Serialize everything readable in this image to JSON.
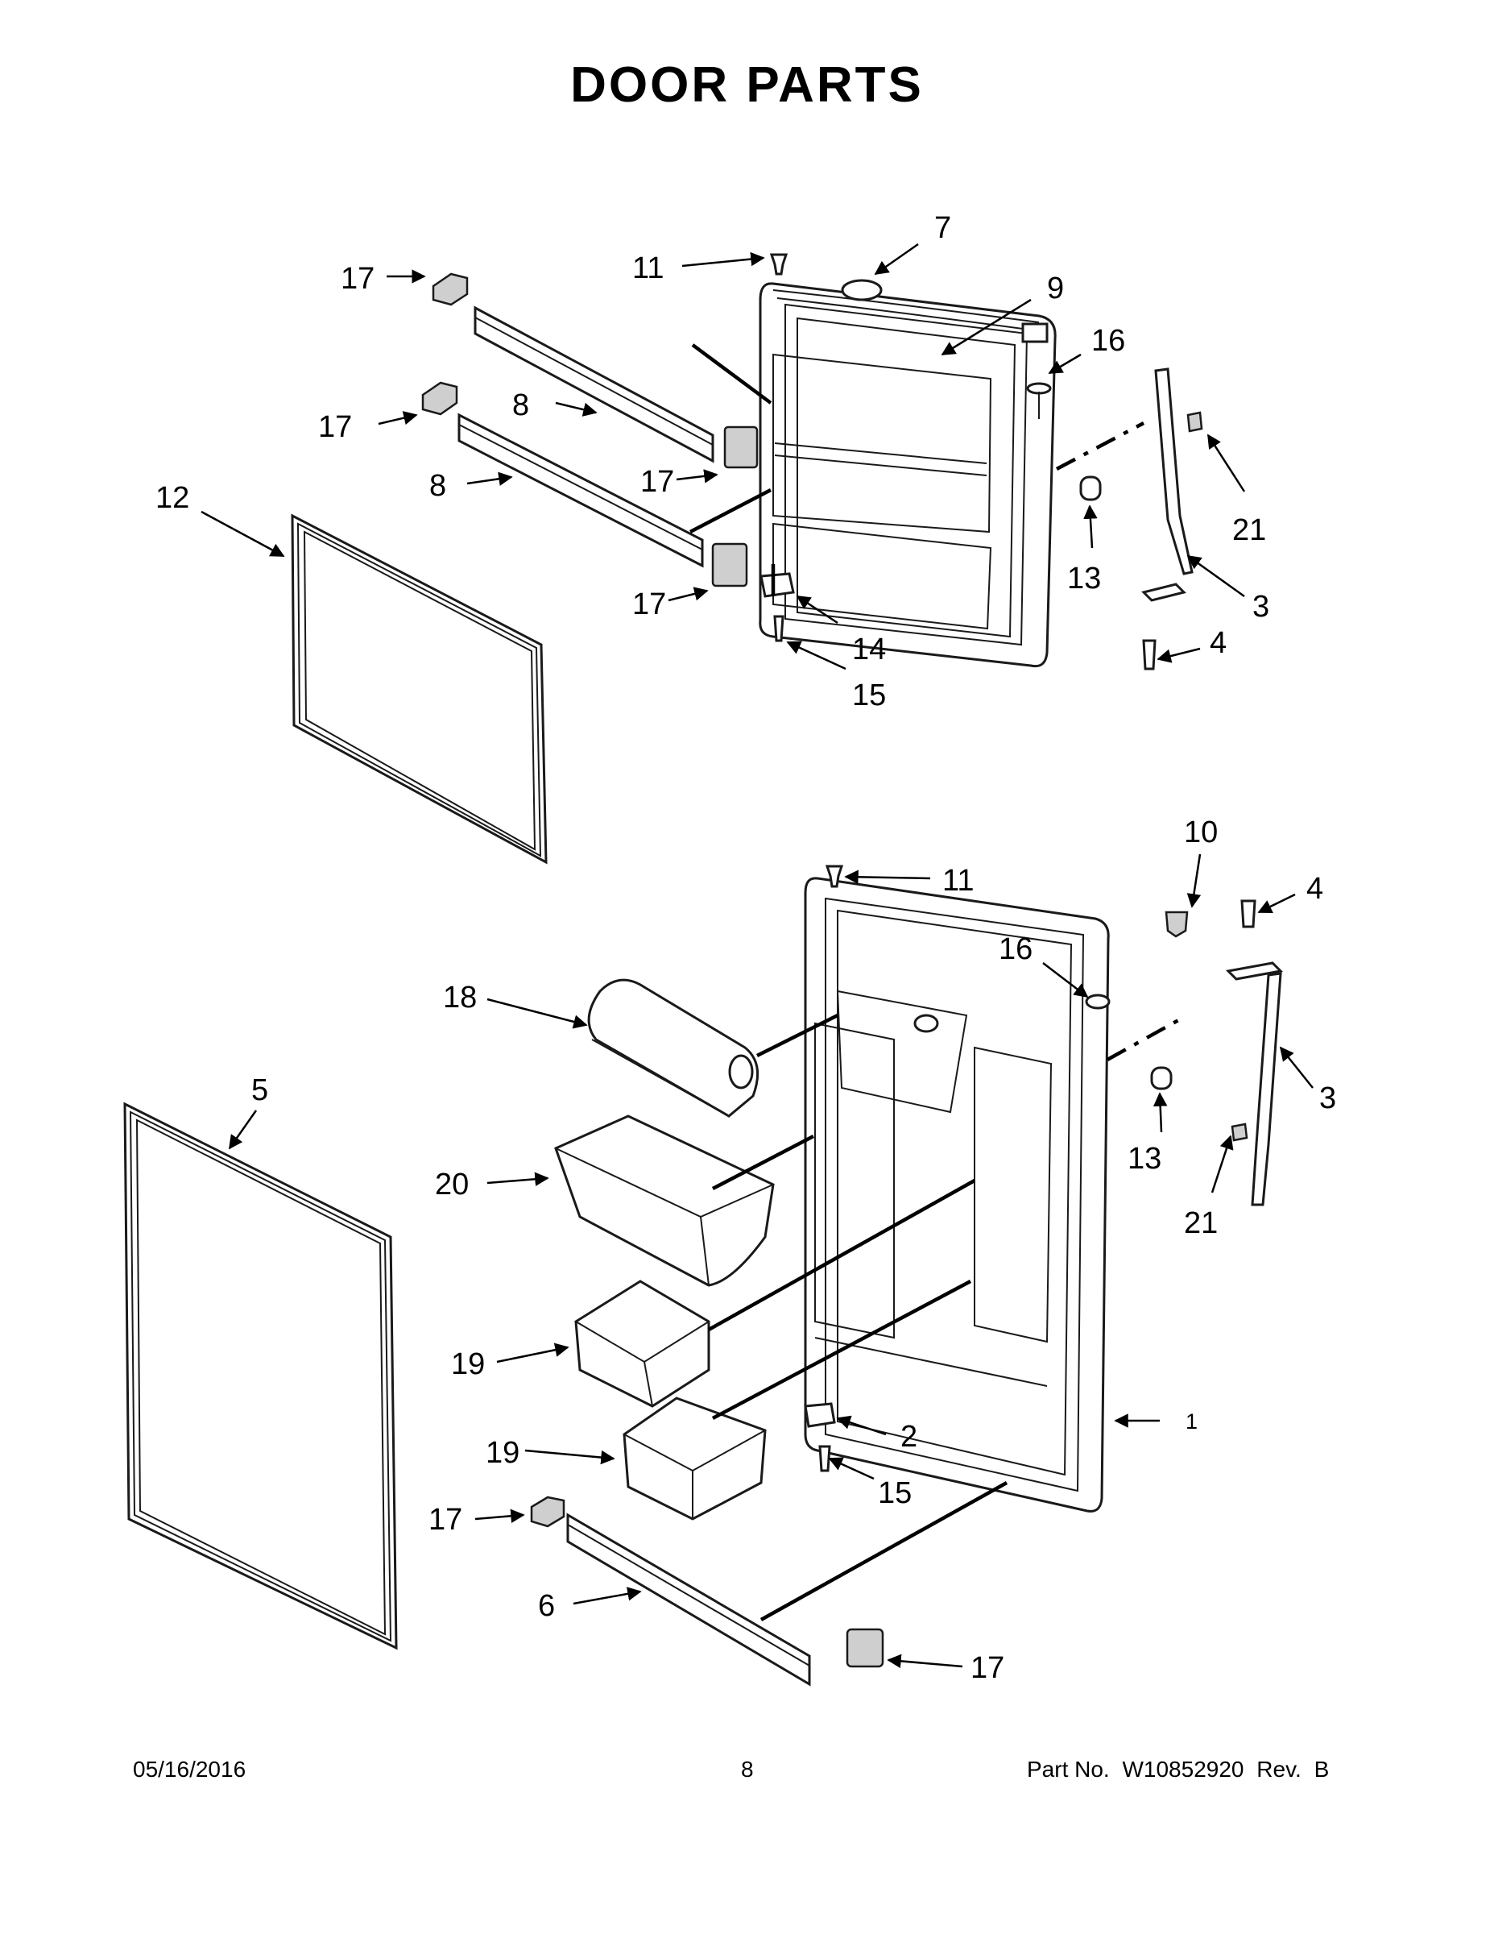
{
  "title": "DOOR PARTS",
  "footer": {
    "date": "05/16/2016",
    "page": "8",
    "part_label": "Part No.",
    "part_number": "W10852920",
    "rev_label": "Rev.",
    "rev": "B"
  },
  "callouts": {
    "freezer_door": {
      "c17a": "17",
      "c17b": "17",
      "c17c": "17",
      "c17d": "17",
      "c8a": "8",
      "c8b": "8",
      "c12": "12",
      "c11": "11",
      "c7": "7",
      "c9": "9",
      "c16": "16",
      "c21": "21",
      "c13": "13",
      "c3": "3",
      "c4": "4",
      "c14": "14",
      "c15": "15"
    },
    "refrigerator_door": {
      "c11": "11",
      "c10": "10",
      "c4": "4",
      "c16": "16",
      "c18": "18",
      "c5": "5",
      "c3": "3",
      "c13": "13",
      "c20": "20",
      "c21": "21",
      "c19a": "19",
      "c19b": "19",
      "c1": "1",
      "c2": "2",
      "c15": "15",
      "c17a": "17",
      "c6": "6",
      "c17b": "17"
    }
  }
}
